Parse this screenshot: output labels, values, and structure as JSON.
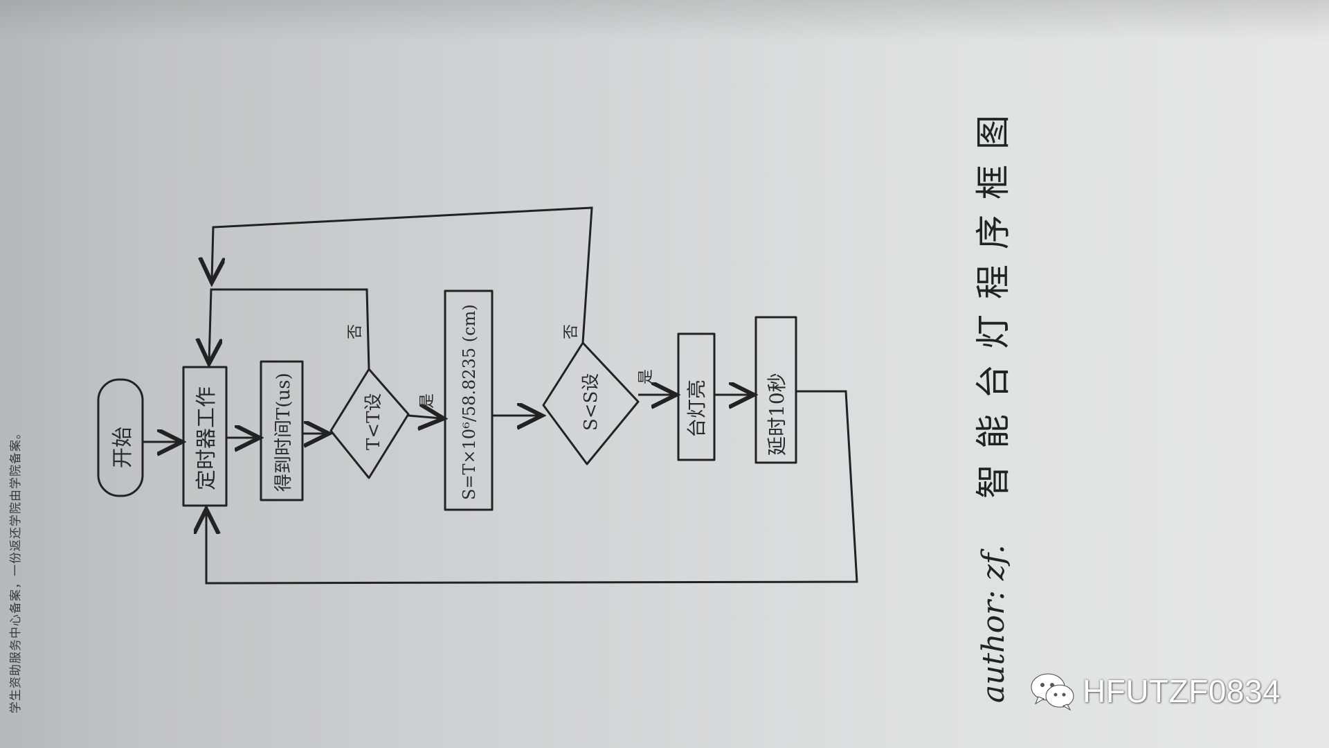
{
  "side_note": "学生资助服务中心备案，一份返还学院由学院备案。",
  "title": "智能台灯程序框图",
  "author": "author: zf.",
  "watermark": {
    "text": "HFUTZF0834",
    "icon": "wechat-icon"
  },
  "flowchart": {
    "start": "开始",
    "timer": "定时器工作",
    "get_time": "得到时间T(us)",
    "cond_t": "T<T设",
    "calc": "S=T×10⁶/58.8235 (cm)",
    "cond_s": "S<S设",
    "light": "台灯亮",
    "delay": "延时10秒",
    "yes1": "是",
    "no1": "否",
    "yes2": "是",
    "no2": "否"
  },
  "colors": {
    "ink": "#222222",
    "watermark": "#ffffff"
  }
}
